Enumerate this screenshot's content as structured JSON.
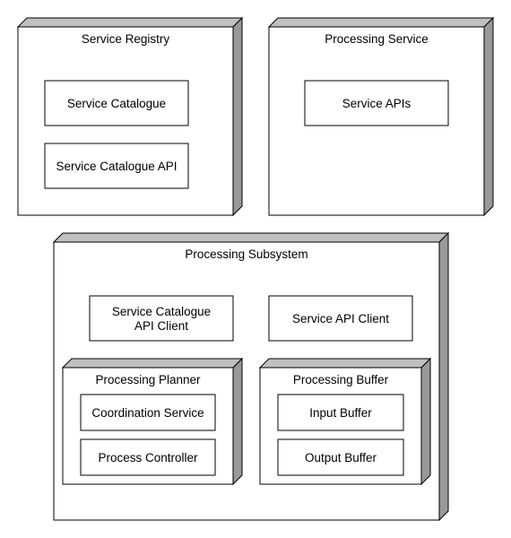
{
  "colors": {
    "stroke": "#000000",
    "fill": "#ffffff",
    "node_side": "#999999",
    "node_top": "#c0c0c0"
  },
  "service_registry": {
    "title": "Service Registry",
    "service_catalogue": "Service Catalogue",
    "service_catalogue_api": "Service Catalogue API"
  },
  "processing_service": {
    "title": "Processing Service",
    "service_apis": "Service APIs"
  },
  "processing_subsystem": {
    "title": "Processing Subsystem",
    "catalogue_api_client": [
      "Service Catalogue",
      "API Client"
    ],
    "service_api_client": "Service API Client",
    "processing_planner": {
      "title": "Processing Planner",
      "coordination_service": "Coordination Service",
      "process_controller": "Process Controller"
    },
    "processing_buffer": {
      "title": "Processing Buffer",
      "input_buffer": "Input Buffer",
      "output_buffer": "Output Buffer"
    }
  }
}
